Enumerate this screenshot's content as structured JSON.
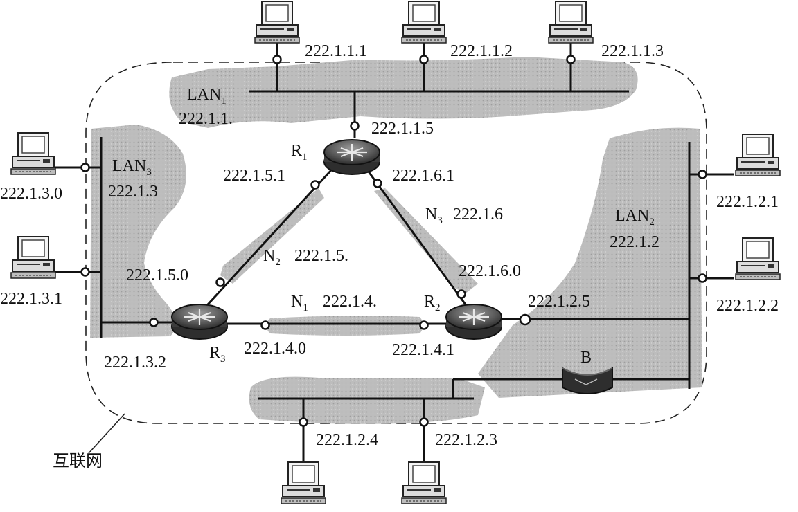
{
  "internet_label": "互联网",
  "segments": {
    "lan1": {
      "name": "LAN",
      "sub": "1",
      "addr": "222.1.1."
    },
    "lan2": {
      "name": "LAN",
      "sub": "2",
      "addr": "222.1.2"
    },
    "lan3": {
      "name": "LAN",
      "sub": "3",
      "addr": "222.1.3"
    },
    "n1": {
      "name": "N",
      "sub": "1",
      "addr": "222.1.4."
    },
    "n2": {
      "name": "N",
      "sub": "2",
      "addr": "222.1.5."
    },
    "n3": {
      "name": "N",
      "sub": "3",
      "addr": "222.1.6"
    }
  },
  "routers": {
    "r1": {
      "name": "R",
      "sub": "1"
    },
    "r2": {
      "name": "R",
      "sub": "2"
    },
    "r3": {
      "name": "R",
      "sub": "3"
    }
  },
  "bridge": {
    "name": "B"
  },
  "addresses": {
    "h111": "222.1.1.1",
    "h112": "222.1.1.2",
    "h113": "222.1.1.3",
    "r1_lan1": "222.1.1.5",
    "r1_n2": "222.1.5.1",
    "r1_n3": "222.1.6.1",
    "h130": "222.1.3.0",
    "h131": "222.1.3.1",
    "h121": "222.1.2.1",
    "h122": "222.1.2.2",
    "r3_n2": "222.1.5.0",
    "r2_n3": "222.1.6.0",
    "r2_lan2": "222.1.2.5",
    "r3_lan3": "222.1.3.2",
    "r3_n1": "222.1.4.0",
    "r2_n1": "222.1.4.1",
    "h124": "222.1.2.4",
    "h123": "222.1.2.3"
  }
}
